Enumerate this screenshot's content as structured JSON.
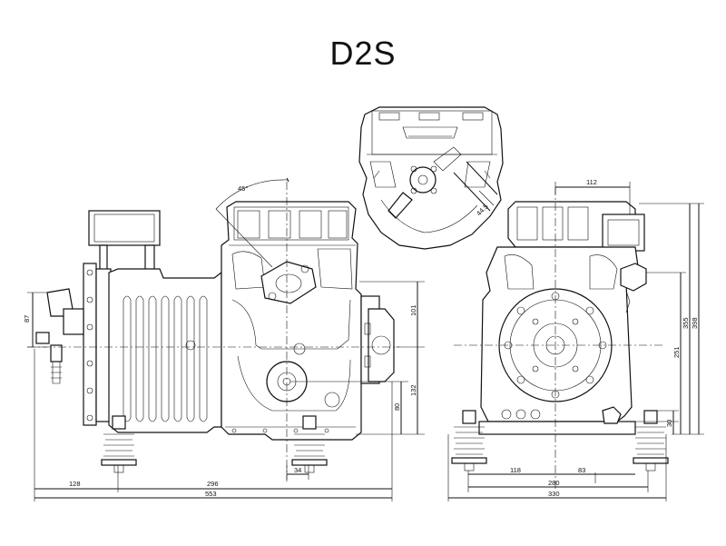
{
  "title": "D2S",
  "dimensions": {
    "angle": "45°",
    "d112": "112",
    "d44_5": "44.5",
    "d87": "87",
    "d101": "101",
    "d132": "132",
    "d80": "80",
    "d34": "34",
    "d128": "128",
    "d296": "296",
    "d553": "553",
    "d355": "355",
    "d398": "398",
    "d251": "251",
    "d30": "30",
    "d118": "118",
    "d83": "83",
    "d280": "280",
    "d330": "330"
  }
}
